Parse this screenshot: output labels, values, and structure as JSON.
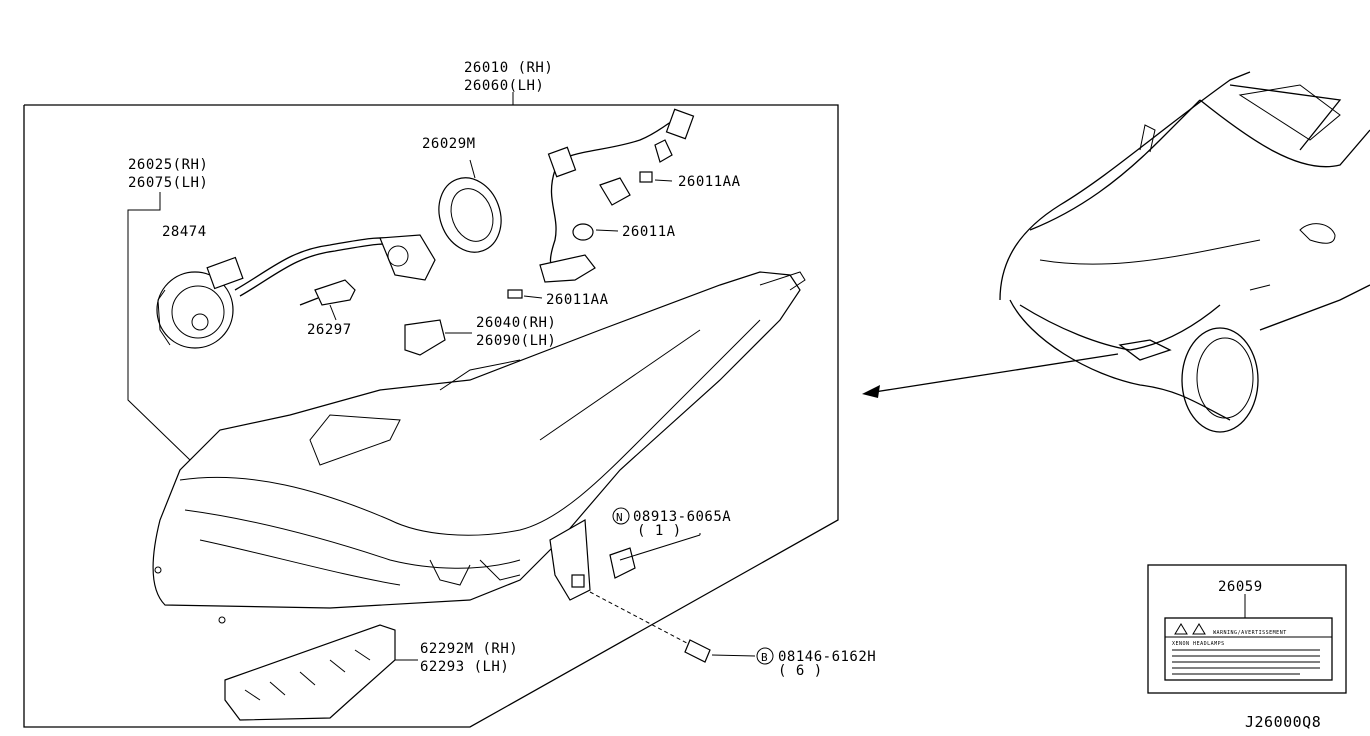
{
  "diagram_code": "J26000Q8",
  "labels": {
    "assembly_rh": "26010 (RH)",
    "assembly_lh": "26060(LH)",
    "unit_rh": "26025(RH)",
    "unit_lh": "26075(LH)",
    "ballast": "28474",
    "cap": "26029M",
    "bulb_aa_top": "26011AA",
    "bulb_a": "26011A",
    "bulb_aa_bottom": "26011AA",
    "bulb_26297": "26297",
    "bracket_rh": "26040(RH)",
    "bracket_lh": "26090(LH)",
    "nut_prefix": "N",
    "nut_part": "08913-6065A",
    "nut_qty": "( 1 )",
    "bolt_prefix": "B",
    "bolt_part": "08146-6162H",
    "bolt_qty": "( 6 )",
    "bracket2_rh": "62292M (RH)",
    "bracket2_lh": "62293  (LH)",
    "warning_label_part": "26059",
    "warning_label_text": "WARNING/AVERTISSEMENT",
    "warning_label_sub": "XENON HEADLAMPS"
  }
}
